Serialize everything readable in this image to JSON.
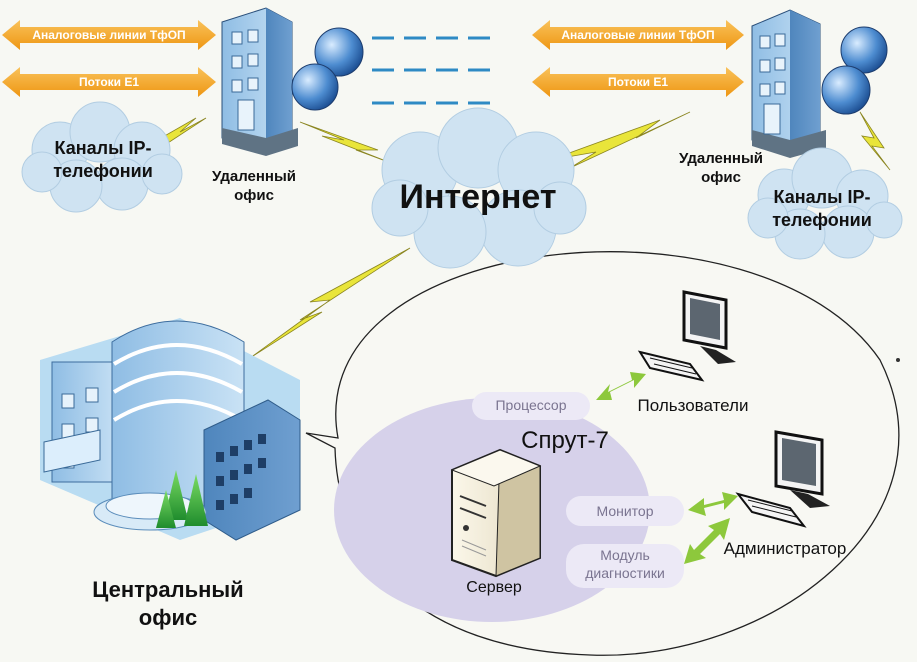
{
  "left_block": {
    "arrow_top": "Аналоговые линии ТфОП",
    "arrow_bottom": "Потоки E1",
    "cloud_line1": "Каналы IP-",
    "cloud_line2": "телефонии",
    "office_line1": "Удаленный",
    "office_line2": "офис"
  },
  "right_block": {
    "arrow_top": "Аналоговые линии ТфОП",
    "arrow_bottom": "Потоки E1",
    "cloud_line1": "Каналы IP-",
    "cloud_line2": "телефонии",
    "office_line1": "Удаленный",
    "office_line2": "офис"
  },
  "internet": "Интернет",
  "central_office": {
    "line1": "Центральный",
    "line2": "офис"
  },
  "system": {
    "name": "Спрут-7",
    "server": "Сервер",
    "processor": "Процессор",
    "monitor": "Монитор",
    "diag_line1": "Модуль",
    "diag_line2": "диагностики",
    "users": "Пользователи",
    "admin": "Администратор"
  },
  "colors": {
    "orange_arrow": "#f2a21a",
    "cloud_fill": "#cfe3f2",
    "inner_ellipse": "#d5d0ea",
    "pill_fill": "#ece9f6",
    "green_arrow": "#8dc83c",
    "lightning": "#e5e23a"
  }
}
